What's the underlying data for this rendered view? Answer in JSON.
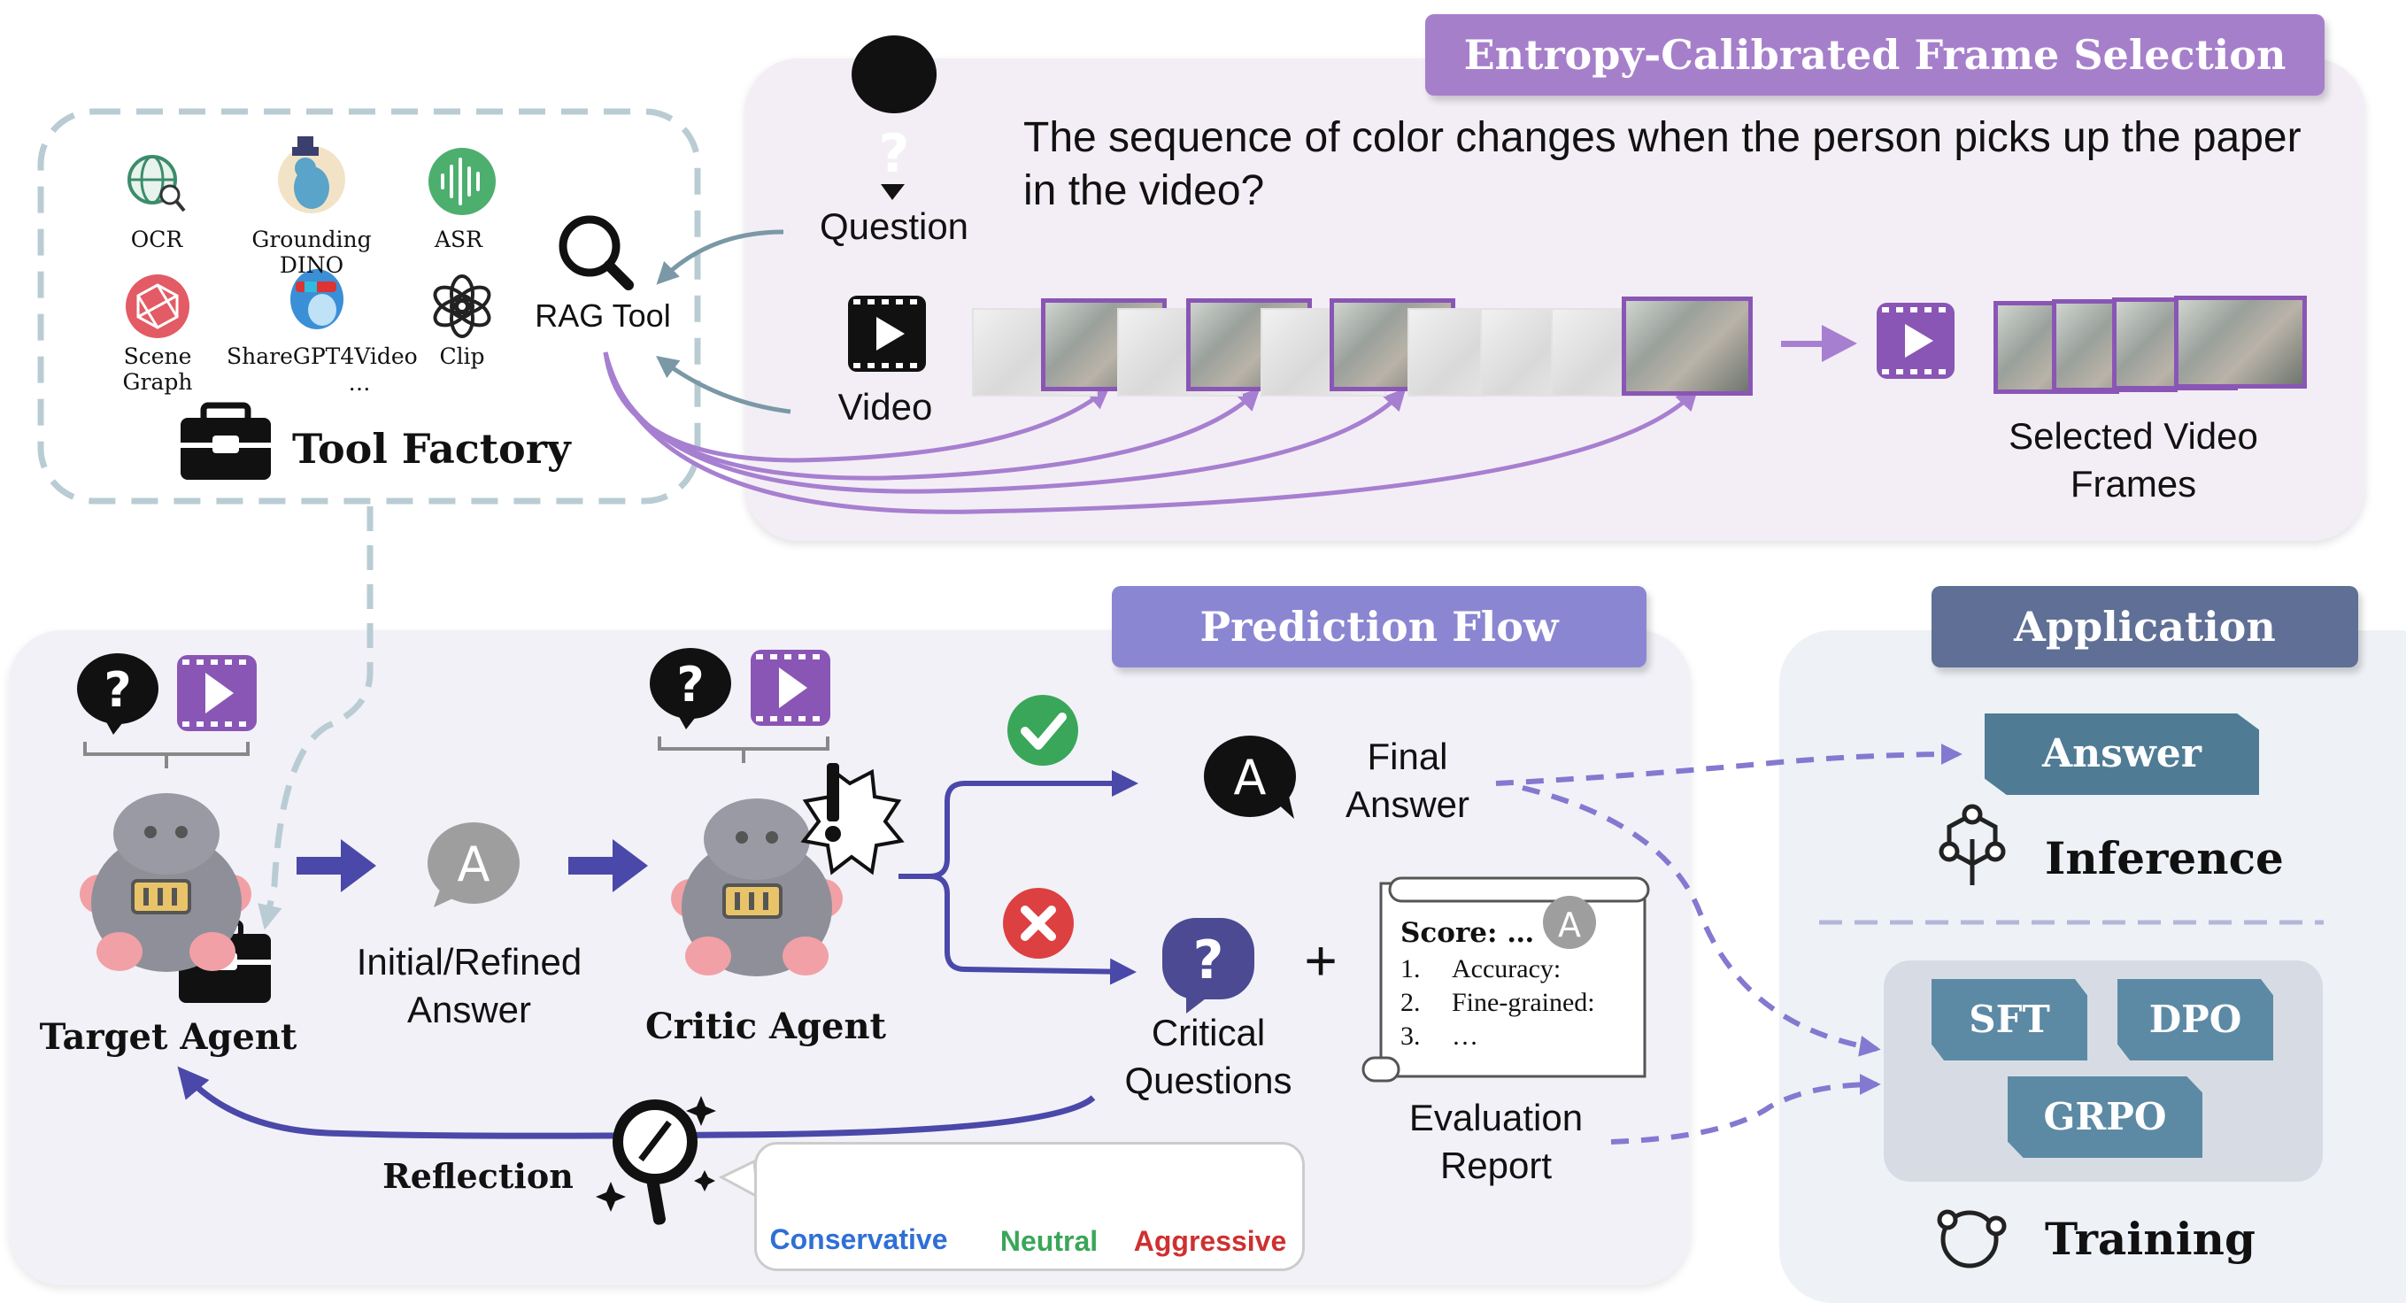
{
  "colors": {
    "purple_banner": "#a67fcb",
    "prediction_banner": "#8b86d2",
    "application_banner": "#5f6f95",
    "panel_top": "#f3eef5",
    "panel_bottom": "#f2f1f8",
    "panel_app": "#eef1f6",
    "arrow_blue": "#4a48a8",
    "arrow_purple": "#a77fd0",
    "dashed_grey": "#b9ccd3",
    "tag_blue": "#5c8aa5",
    "answer_tag": "#4f7b94",
    "green": "#3aa65a",
    "red": "#dd4040"
  },
  "top_panel": {
    "banner": "Entropy-Calibrated Frame Selection",
    "question_label": "Question",
    "question_text": "The sequence of color changes when the person picks up the paper in the video?",
    "video_label": "Video",
    "selected_label": "Selected Video Frames"
  },
  "tool_factory": {
    "title": "Tool Factory",
    "tools": [
      {
        "name": "OCR",
        "icon": "globe-search-icon"
      },
      {
        "name": "Grounding DINO",
        "icon": "dino-icon"
      },
      {
        "name": "ASR",
        "icon": "waveform-icon"
      },
      {
        "name": "Scene Graph",
        "icon": "graph-icon"
      },
      {
        "name": "ShareGPT4Video",
        "icon": "dolphin-icon"
      },
      {
        "name": "Clip",
        "icon": "openai-icon"
      }
    ],
    "ellipsis": "…",
    "rag_label": "RAG Tool"
  },
  "prediction_flow": {
    "banner": "Prediction Flow",
    "target_agent": "Target Agent",
    "initial_answer": "Initial/Refined Answer",
    "critic_agent": "Critic Agent",
    "final_answer": "Final Answer",
    "critical_questions": "Critical Questions",
    "plus": "+",
    "report": {
      "score": "Score: …",
      "items": [
        {
          "num": "1.",
          "text": "Accuracy:"
        },
        {
          "num": "2.",
          "text": "Fine-grained:"
        },
        {
          "num": "3.",
          "text": "…"
        }
      ],
      "label": "Evaluation Report"
    },
    "reflection": "Reflection",
    "styles": [
      {
        "label": "Conservative",
        "color": "#2f6fd6"
      },
      {
        "label": "Neutral",
        "color": "#3aa65a"
      },
      {
        "label": "Aggressive",
        "color": "#cf3030"
      }
    ]
  },
  "application": {
    "banner": "Application",
    "answer_tag": "Answer",
    "inference": "Inference",
    "training_tags": [
      "SFT",
      "DPO",
      "GRPO"
    ],
    "training": "Training"
  }
}
